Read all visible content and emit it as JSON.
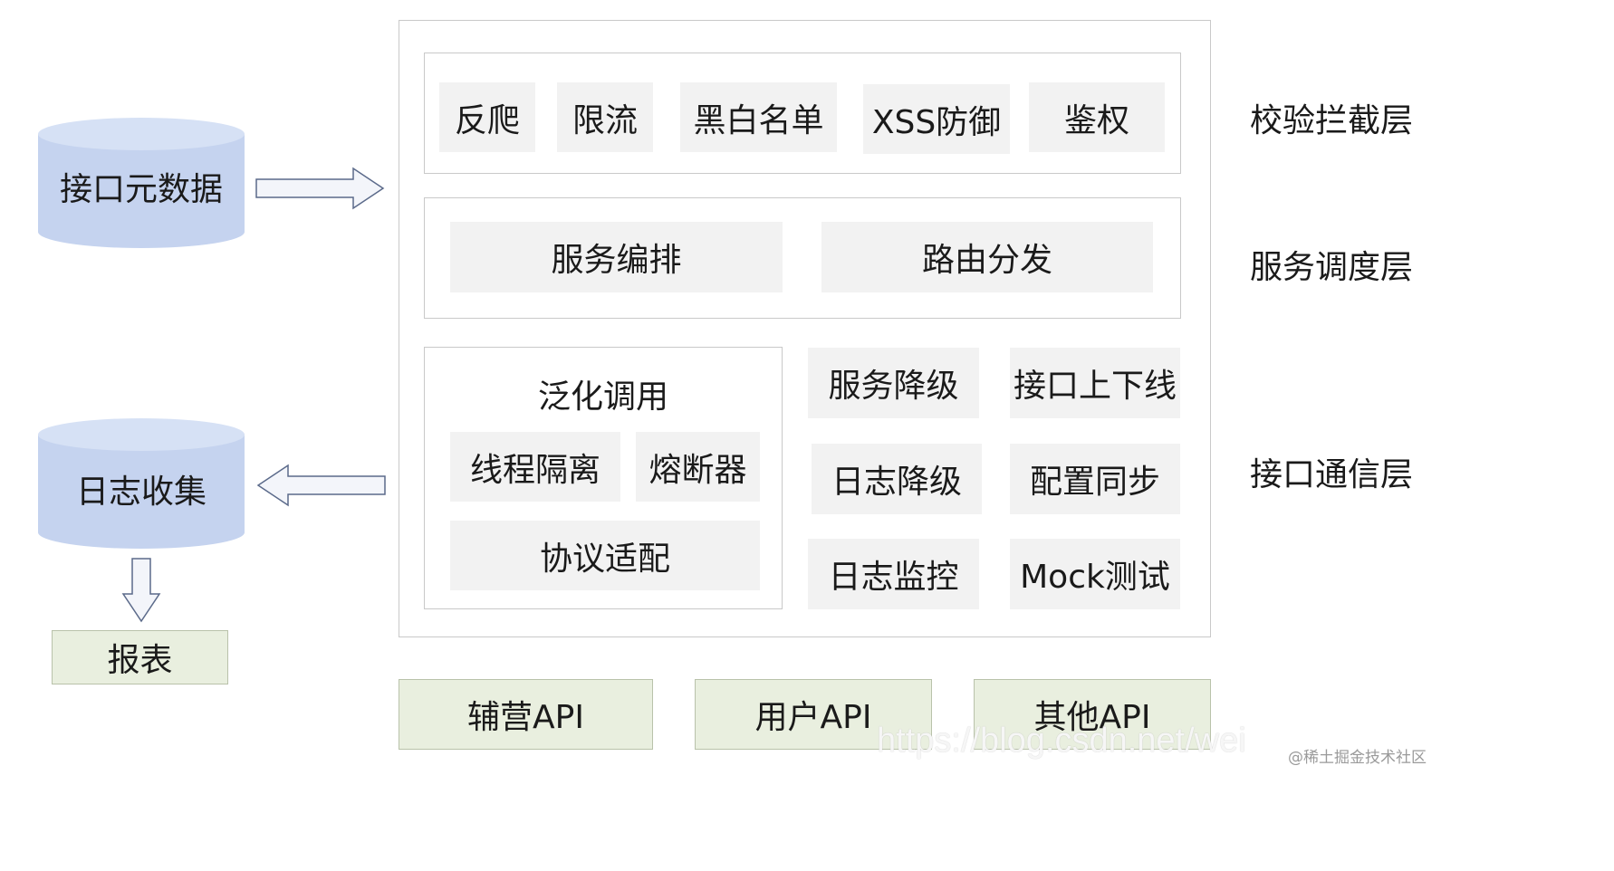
{
  "left": {
    "metadata_db": "接口元数据",
    "log_collect": "日志收集",
    "report": "报表"
  },
  "layers": {
    "validation": {
      "label": "校验拦截层",
      "items": [
        "反爬",
        "限流",
        "黑白名单",
        "XSS防御",
        "鉴权"
      ]
    },
    "scheduling": {
      "label": "服务调度层",
      "items": [
        "服务编排",
        "路由分发"
      ]
    },
    "communication": {
      "label": "接口通信层",
      "generic_call": {
        "title": "泛化调用",
        "thread_isolation": "线程隔离",
        "circuit_breaker": "熔断器",
        "protocol_adapter": "协议适配"
      },
      "items": [
        "服务降级",
        "接口上下线",
        "日志降级",
        "配置同步",
        "日志监控",
        "Mock测试"
      ]
    }
  },
  "apis": [
    "辅营API",
    "用户API",
    "其他API"
  ],
  "watermark": "https://blog.csdn.net/wei",
  "credit": "@稀土掘金技术社区",
  "colors": {
    "cylinder": "#c5d3ef",
    "box": "#f2f2f2",
    "api": "#e9efdf",
    "report": "#e9efdf"
  }
}
